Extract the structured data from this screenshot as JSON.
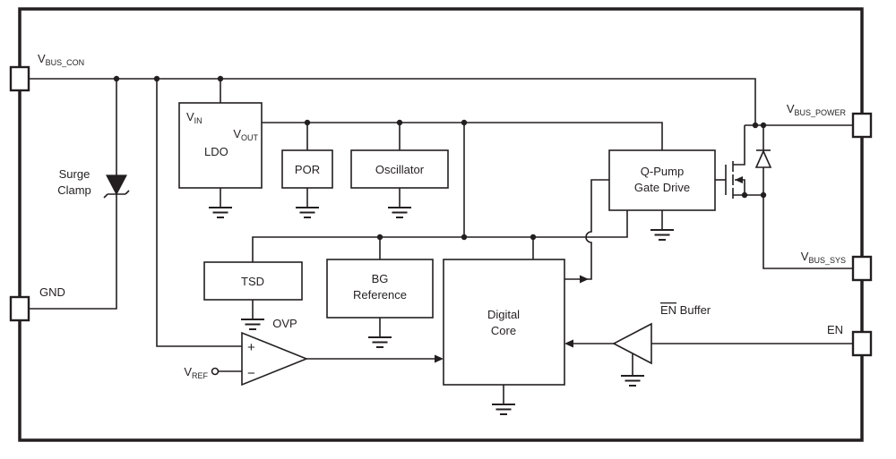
{
  "colors": {
    "line": "#231f20",
    "block_fill": "#ffffff",
    "background": "#ffffff"
  },
  "pins": {
    "vbus_con": {
      "main": "V",
      "sub": "BUS_CON"
    },
    "gnd": {
      "label": "GND"
    },
    "vbus_power": {
      "main": "V",
      "sub": "BUS_POWER"
    },
    "vbus_sys": {
      "main": "V",
      "sub": "BUS_SYS"
    },
    "en": {
      "label": "EN"
    }
  },
  "blocks": {
    "ldo": {
      "label": "LDO",
      "vin_main": "V",
      "vin_sub": "IN",
      "vout_main": "V",
      "vout_sub": "OUT"
    },
    "por": {
      "label": "POR"
    },
    "oscillator": {
      "label": "Oscillator"
    },
    "surge_clamp": {
      "line1": "Surge",
      "line2": "Clamp"
    },
    "tsd": {
      "label": "TSD"
    },
    "bg_reference": {
      "line1": "BG",
      "line2": "Reference"
    },
    "digital_core": {
      "line1": "Digital",
      "line2": "Core"
    },
    "qpump": {
      "line1": "Q-Pump",
      "line2": "Gate Drive"
    }
  },
  "signals": {
    "ovp_label": "OVP",
    "plus": "+",
    "minus": "−",
    "vref_main": "V",
    "vref_sub": "REF",
    "en_buffer_en": "EN",
    "en_buffer_rest": " Buffer"
  }
}
